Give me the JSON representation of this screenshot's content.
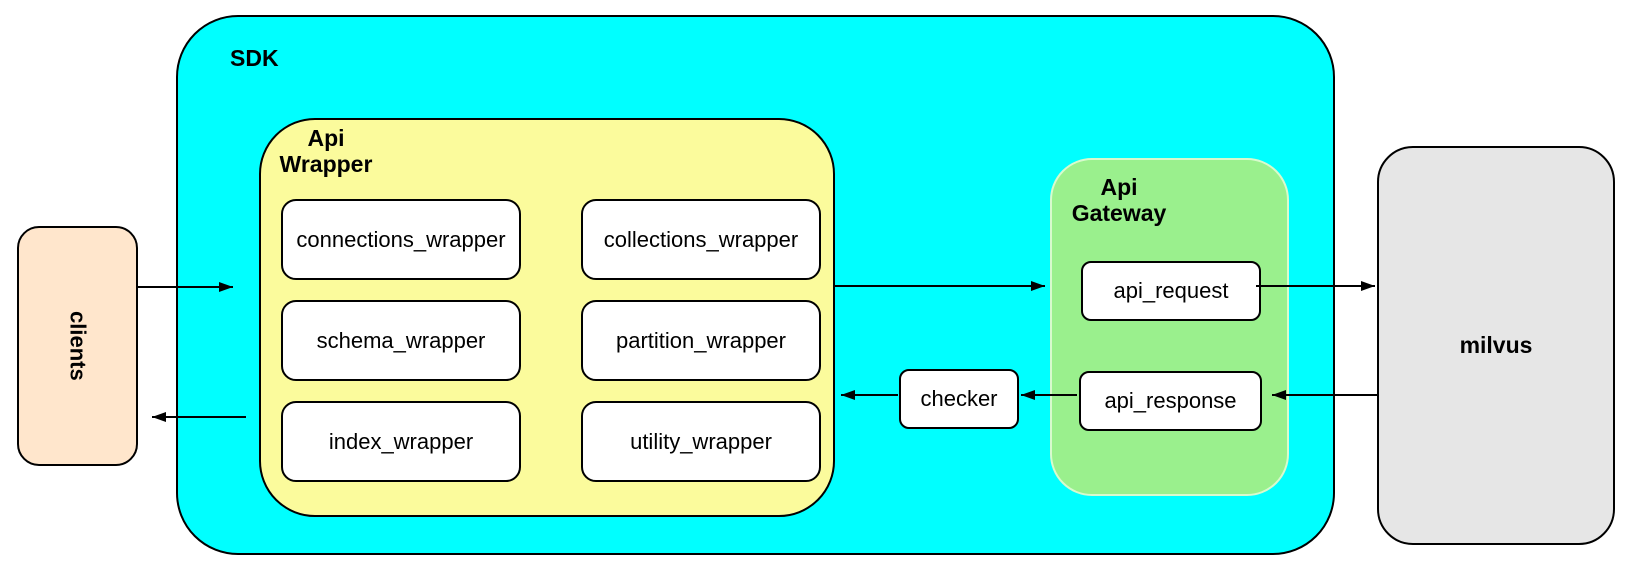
{
  "colors": {
    "background": "#FFFFFF",
    "border": "#000000",
    "sdk_fill": "#00FFFF",
    "api_wrapper_fill": "#FBFB9C",
    "api_gateway_fill": "#9AF08D",
    "api_gateway_border": "#D8FACD",
    "clients_fill": "#FFE6CC",
    "milvus_fill": "#E6E6E6",
    "node_fill": "#FFFFFF"
  },
  "nodes": {
    "clients": {
      "label": "clients"
    },
    "sdk": {
      "label": "SDK"
    },
    "api_wrapper": {
      "label_line1": "Api",
      "label_line2": "Wrapper",
      "modules": [
        "connections_wrapper",
        "collections_wrapper",
        "schema_wrapper",
        "partition_wrapper",
        "index_wrapper",
        "utility_wrapper"
      ]
    },
    "checker": {
      "label": "checker"
    },
    "api_gateway": {
      "label_line1": "Api",
      "label_line2": "Gateway",
      "api_request": "api_request",
      "api_response": "api_response"
    },
    "milvus": {
      "label": "milvus"
    }
  },
  "edges": [
    {
      "from": "clients",
      "to": "SDK",
      "direction": "right"
    },
    {
      "from": "Api Wrapper",
      "to": "Api Gateway",
      "direction": "right"
    },
    {
      "from": "api_request",
      "to": "milvus",
      "direction": "right"
    },
    {
      "from": "milvus",
      "to": "api_response",
      "direction": "left"
    },
    {
      "from": "api_response",
      "to": "checker",
      "direction": "left"
    },
    {
      "from": "checker",
      "to": "Api Wrapper",
      "direction": "left"
    },
    {
      "from": "SDK",
      "to": "clients",
      "direction": "left"
    }
  ]
}
